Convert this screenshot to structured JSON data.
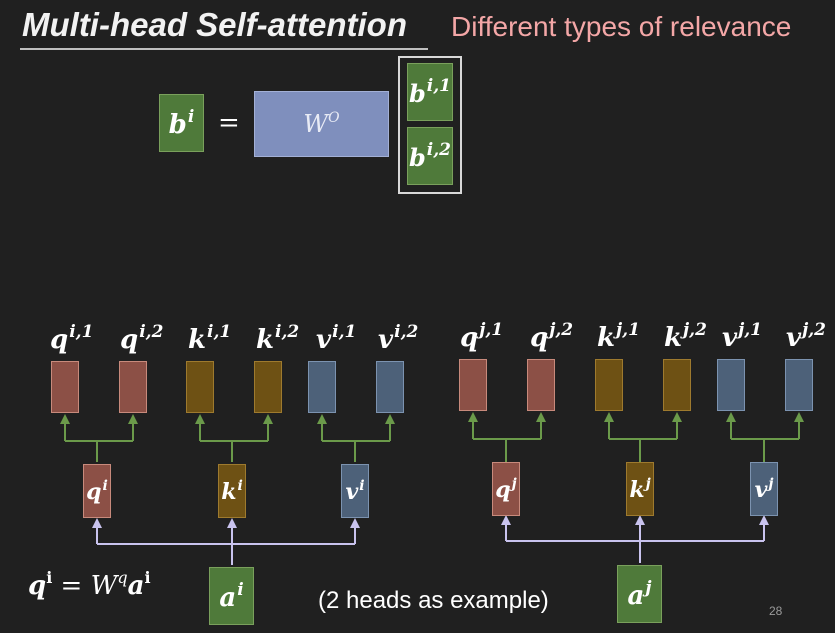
{
  "title": "Multi-head Self-attention",
  "subtitle": "Different types of relevance",
  "top": {
    "b_base": "b",
    "b_sup": "i",
    "equals": "=",
    "wo_base": "W",
    "wo_sup": "O",
    "b1_base": "b",
    "b1_sup": "i,1",
    "b2_base": "b",
    "b2_sup": "i,2"
  },
  "heads_i": [
    {
      "base": "q",
      "sup": "i,1"
    },
    {
      "base": "q",
      "sup": "i,2"
    },
    {
      "base": "k",
      "sup": "i,1"
    },
    {
      "base": "k",
      "sup": "i,2"
    },
    {
      "base": "v",
      "sup": "i,1"
    },
    {
      "base": "v",
      "sup": "i,2"
    }
  ],
  "heads_j": [
    {
      "base": "q",
      "sup": "j,1"
    },
    {
      "base": "q",
      "sup": "j,2"
    },
    {
      "base": "k",
      "sup": "j,1"
    },
    {
      "base": "k",
      "sup": "j,2"
    },
    {
      "base": "v",
      "sup": "j,1"
    },
    {
      "base": "v",
      "sup": "j,2"
    }
  ],
  "mid_i": [
    {
      "base": "q",
      "sup": "i"
    },
    {
      "base": "k",
      "sup": "i"
    },
    {
      "base": "v",
      "sup": "i"
    }
  ],
  "mid_j": [
    {
      "base": "q",
      "sup": "j"
    },
    {
      "base": "k",
      "sup": "j"
    },
    {
      "base": "v",
      "sup": "j"
    }
  ],
  "input_i": {
    "base": "a",
    "sup": "i"
  },
  "input_j": {
    "base": "a",
    "sup": "j"
  },
  "formula": {
    "lhs_base": "q",
    "lhs_sup": "i",
    "eq": "=",
    "w_base": "W",
    "w_sup": "q",
    "a_base": "a",
    "a_sup": "i"
  },
  "note": "(2 heads as example)",
  "page_number": "28",
  "colors": {
    "green": "#4f7a3a",
    "blue": "#7f8fbd",
    "query": "#8c5046",
    "key": "#6e5114",
    "value": "#4d6179",
    "green_line": "#6b9a4a",
    "purple_line": "#c9c3ee",
    "subtitle": "#f4a7a7"
  }
}
